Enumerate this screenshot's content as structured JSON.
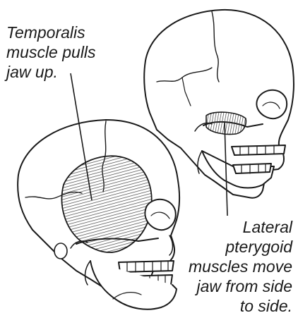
{
  "labels": {
    "temporalis": {
      "lines": [
        "Temporalis",
        "muscle pulls",
        "jaw up."
      ]
    },
    "pterygoid": {
      "lines": [
        "Lateral",
        "pterygoid",
        "muscles move",
        "jaw from side",
        "to side."
      ]
    }
  },
  "colors": {
    "ink": "#1a1a1a",
    "muscle": "#555555",
    "bone": "#ffffff",
    "background": "#ffffff"
  },
  "icons": [
    "skull-front-illustration",
    "skull-back-illustration"
  ]
}
